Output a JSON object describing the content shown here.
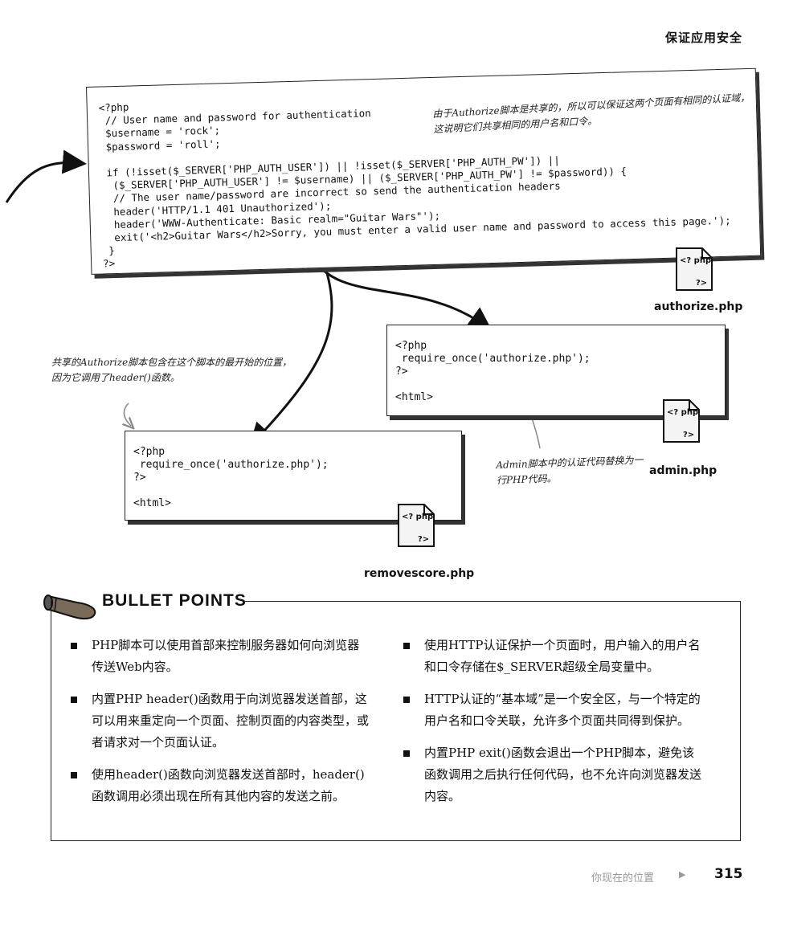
{
  "header": {
    "title": "保证应用安全"
  },
  "main_code": {
    "lines": [
      "<?php",
      " // User name and password for authentication",
      " $username = 'rock';",
      " $password = 'roll';",
      "",
      " if (!isset($_SERVER['PHP_AUTH_USER']) || !isset($_SERVER['PHP_AUTH_PW']) ||",
      "  ($_SERVER['PHP_AUTH_USER'] != $username) || ($_SERVER['PHP_AUTH_PW'] != $password)) {",
      "  // The user name/password are incorrect so send the authentication headers",
      "  header('HTTP/1.1 401 Unauthorized');",
      "  header('WWW-Authenticate: Basic realm=\"Guitar Wars\"');",
      "  exit('<h2>Guitar Wars</h2>Sorry, you must enter a valid user name and password to access this page.');",
      " }",
      "?>"
    ]
  },
  "notes": {
    "top": "由于Authorize脚本是共享的，所以可以保证这两个页面有相同的认证域，这说明它们共享相同的用户名和口令。",
    "left": "共享的Authorize脚本包含在这个脚本的最开始的位置，因为它调用了header()函数。",
    "admin": "Admin脚本中的认证代码替换为一行PHP代码。"
  },
  "admin_code": {
    "lines": [
      "<?php",
      " require_once('authorize.php');",
      "?>",
      "",
      "<html>"
    ]
  },
  "remove_code": {
    "lines": [
      "<?php",
      " require_once('authorize.php');",
      "?>",
      "",
      "<html>"
    ]
  },
  "files": {
    "icon_top": "<? php",
    "icon_bottom": "?>",
    "authorize": "authorize.php",
    "admin": "admin.php",
    "remove": "removescore.php"
  },
  "bullet_points": {
    "title": "BULLET POINTS",
    "left": [
      "PHP脚本可以使用首部来控制服务器如何向浏览器传送Web内容。",
      "内置PHP header()函数用于向浏览器发送首部，这可以用来重定向一个页面、控制页面的内容类型，或者请求对一个页面认证。",
      "使用header()函数向浏览器发送首部时，header()函数调用必须出现在所有其他内容的发送之前。"
    ],
    "right": [
      "使用HTTP认证保护一个页面时，用户输入的用户名和口令存储在$_SERVER超级全局变量中。",
      "HTTP认证的“基本域”是一个安全区，与一个特定的用户名和口令关联，允许多个页面共同得到保护。",
      "内置PHP exit()函数会退出一个PHP脚本，避免该函数调用之后执行任何代码，也不允许向浏览器发送内容。"
    ]
  },
  "footer": {
    "text": "你现在的位置",
    "page": "315"
  }
}
